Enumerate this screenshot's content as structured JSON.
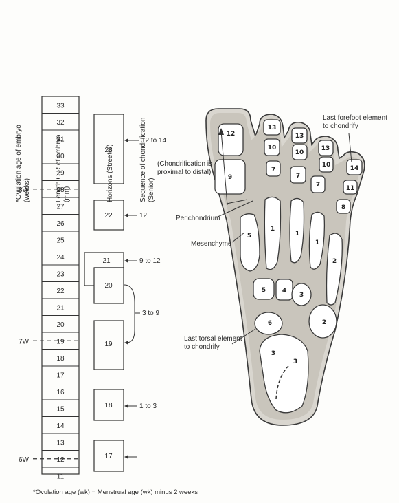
{
  "headers": {
    "ovulation_age": [
      "*Ovulation age of embryo",
      "(weeks)"
    ],
    "length": [
      "Length C-R of embryo",
      "(mm)"
    ],
    "horizons": [
      "Horizons (Streeter)"
    ],
    "sequence": [
      "Sequence of chondrification",
      "(Senior)"
    ]
  },
  "length_mm": [
    "33",
    "32",
    "31",
    "30",
    "29",
    "28",
    "27",
    "26",
    "25",
    "24",
    "23",
    "22",
    "21",
    "20",
    "19",
    "18",
    "17",
    "16",
    "15",
    "14",
    "13",
    "12",
    "11"
  ],
  "week_marks": [
    {
      "label": "8W",
      "at_mm": "28"
    },
    {
      "label": "7W",
      "at_mm": "19"
    },
    {
      "label": "6W",
      "at_mm": "12"
    }
  ],
  "horizons": [
    {
      "horizon": "23",
      "sequence": "12 to 14"
    },
    {
      "horizon": "22",
      "sequence": "12"
    },
    {
      "horizon": "21",
      "sequence": "9 to 12"
    },
    {
      "horizon": "20",
      "sequence": "3 to 9"
    },
    {
      "horizon": "19",
      "sequence": ""
    },
    {
      "horizon": "18",
      "sequence": "1 to 3"
    },
    {
      "horizon": "17",
      "sequence": ""
    }
  ],
  "foot_labels": {
    "chondrification_note": [
      "(Chondrification is",
      "proximal to distal)"
    ],
    "last_forefoot": [
      "Last forefoot element",
      "to chondrify"
    ],
    "perichondrium": "Perichondrium",
    "mesenchyme": "Mesenchyme",
    "last_tarsal": [
      "Last torsal element",
      "to chondrify"
    ]
  },
  "bone_numbers": [
    "12",
    "13",
    "10",
    "13",
    "10",
    "7",
    "13",
    "10",
    "7",
    "14",
    "11",
    "8",
    "9",
    "7",
    "5",
    "1",
    "1",
    "1",
    "2",
    "5",
    "4",
    "3",
    "2",
    "6",
    "3",
    "3"
  ],
  "footnote": "*Ovulation age (wk) = Menstrual age (wk) minus 2 weeks"
}
